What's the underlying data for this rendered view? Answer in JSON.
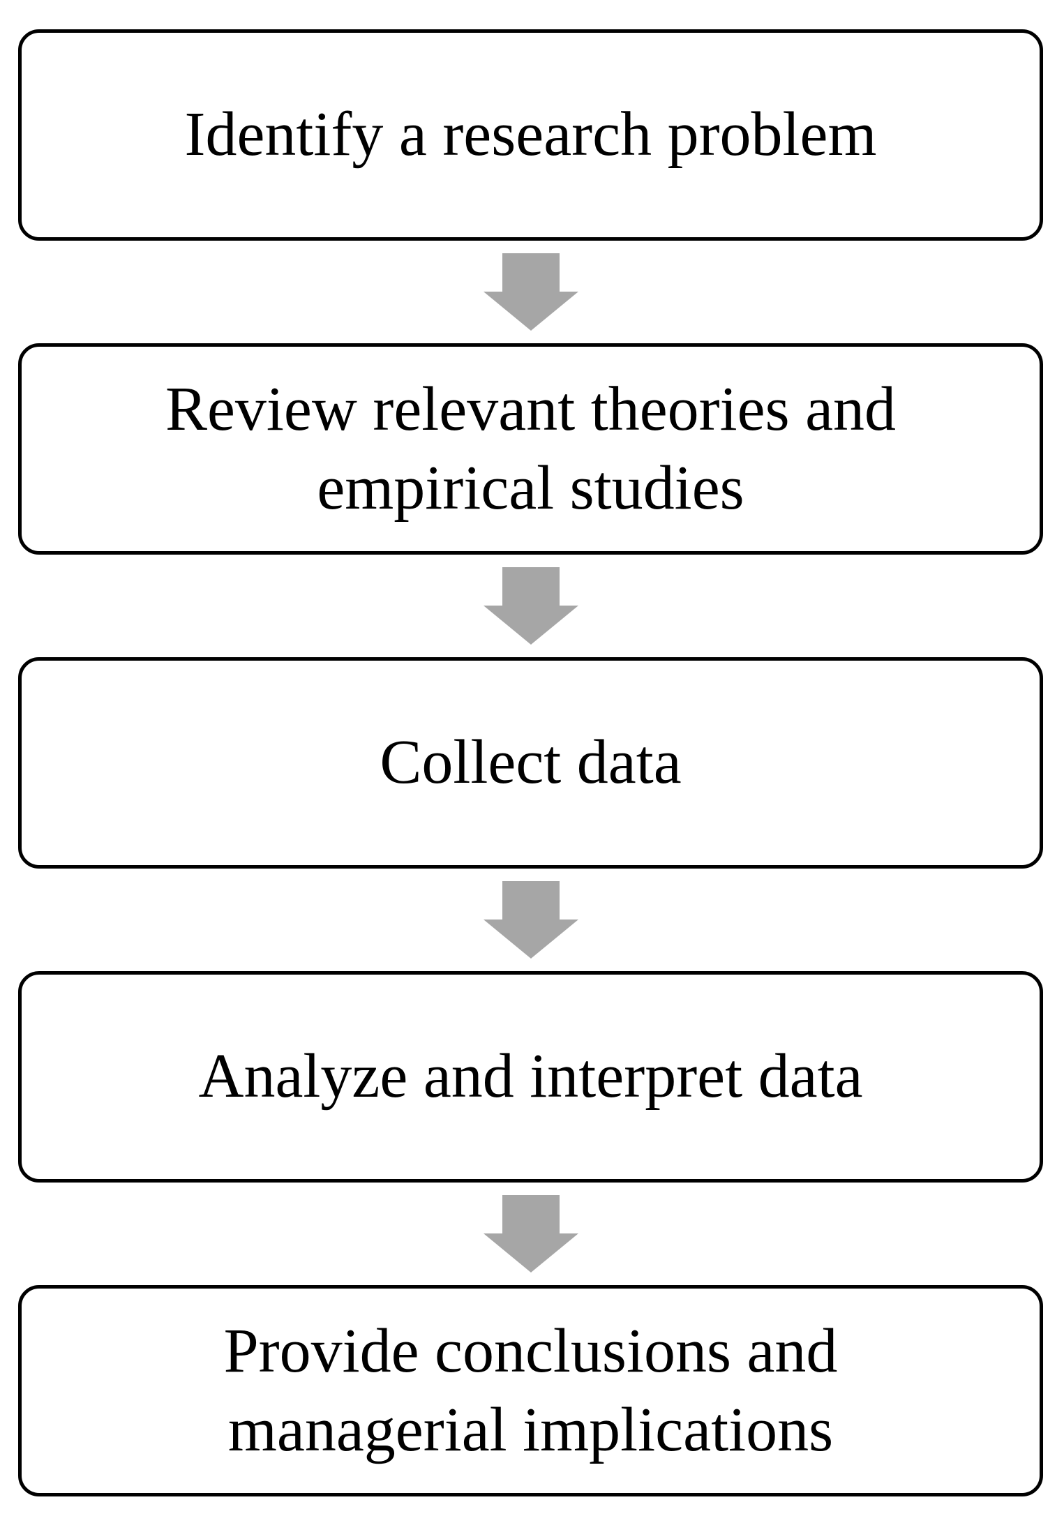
{
  "diagram": {
    "type": "flowchart",
    "direction": "top-to-bottom",
    "steps": [
      {
        "label": "Identify a research problem",
        "lines": [
          "Identify a research problem"
        ]
      },
      {
        "label": "Review relevant theories and empirical studies",
        "lines": [
          "Review relevant theories and",
          "empirical studies"
        ]
      },
      {
        "label": "Collect data",
        "lines": [
          "Collect data"
        ]
      },
      {
        "label": "Analyze and interpret data",
        "lines": [
          "Analyze and interpret data"
        ]
      },
      {
        "label": "Provide conclusions and managerial implications",
        "lines": [
          "Provide conclusions and",
          "managerial implications"
        ]
      }
    ],
    "connector": {
      "type": "down-arrow",
      "count": 4
    },
    "colors": {
      "background": "#ffffff",
      "box_fill": "#ffffff",
      "box_border": "#000000",
      "text": "#000000",
      "arrow": "#a6a6a6"
    }
  }
}
